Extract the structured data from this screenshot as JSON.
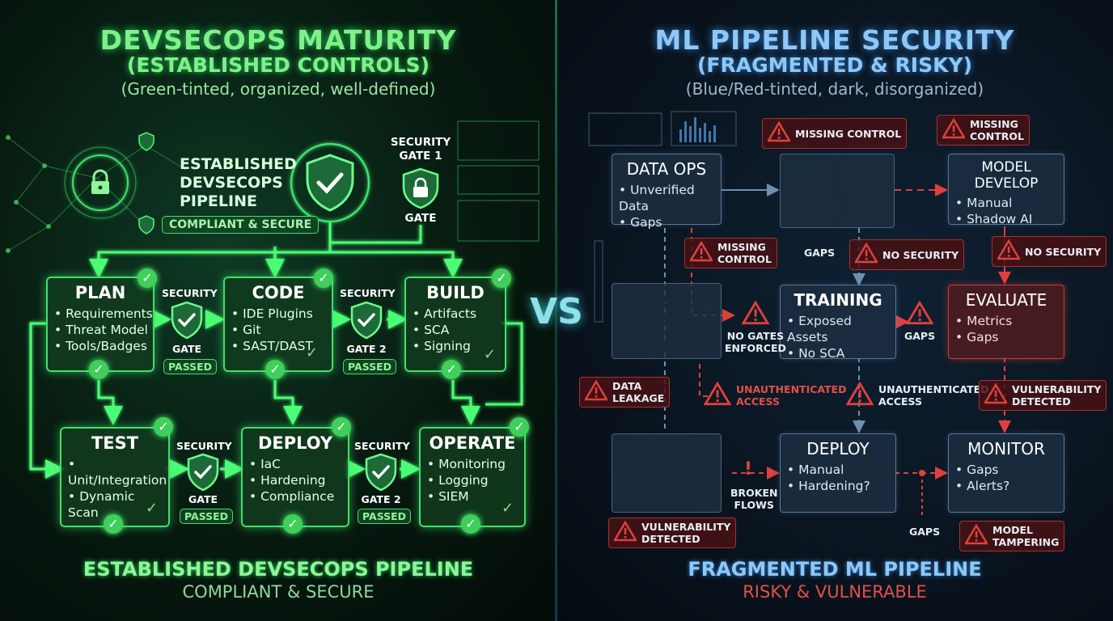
{
  "left": {
    "title": "DEVSECOPS MATURITY",
    "subtitle": "(ESTABLISHED CONTROLS)",
    "note": "(Green-tinted, organized, well-defined)",
    "hero_label": [
      "ESTABLISHED",
      "DEVSECOPS",
      "PIPELINE"
    ],
    "hero_badge": "COMPLIANT & SECURE",
    "gate1_label": [
      "SECURITY",
      "GATE 1"
    ],
    "gate1_bottom": "GATE",
    "stages": [
      {
        "name": "PLAN",
        "items": [
          "Requirements",
          "Threat Model",
          "Tools/Badges"
        ]
      },
      {
        "name": "CODE",
        "items": [
          "IDE Plugins",
          "Git",
          "SAST/DAST"
        ]
      },
      {
        "name": "BUILD",
        "items": [
          "Artifacts",
          "SCA",
          "Signing"
        ]
      },
      {
        "name": "TEST",
        "items": [
          "Unit/Integration",
          "Dynamic Scan"
        ]
      },
      {
        "name": "DEPLOY",
        "items": [
          "IaC",
          "Hardening",
          "Compliance"
        ]
      },
      {
        "name": "OPERATE",
        "items": [
          "Monitoring",
          "Logging",
          "SIEM"
        ]
      }
    ],
    "gates": [
      {
        "top": "SECURITY",
        "bottom": "GATE",
        "status": "PASSED"
      },
      {
        "top": "SECURITY",
        "bottom": "GATE 2",
        "status": "PASSED"
      },
      {
        "top": "SECURITY",
        "bottom": "GATE",
        "status": "PASSED"
      },
      {
        "top": "SECURITY",
        "bottom": "GATE 2",
        "status": "PASSED"
      }
    ],
    "footer_title": "ESTABLISHED DEVSECOPS PIPELINE",
    "footer_sub": "COMPLIANT & SECURE"
  },
  "vs": "VS",
  "right": {
    "title": "ML PIPELINE SECURITY",
    "subtitle": "(FRAGMENTED & RISKY)",
    "note": "(Blue/Red-tinted, dark, disorganized)",
    "stages": [
      {
        "name": "DATA OPS",
        "items": [
          "Unverified Data",
          "Gaps"
        ]
      },
      {
        "name": "MODEL DEVELOP",
        "items": [
          "Manual",
          "Shadow AI"
        ]
      },
      {
        "name": "TRAINING",
        "items": [
          "Exposed Assets",
          "No SCA"
        ]
      },
      {
        "name": "EVALUATE",
        "items": [
          "Metrics",
          "Gaps"
        ]
      },
      {
        "name": "DEPLOY",
        "items": [
          "Manual",
          "Hardening?"
        ]
      },
      {
        "name": "MONITOR",
        "items": [
          "Gaps",
          "Alerts?"
        ]
      }
    ],
    "warnings": {
      "missing_control_1": "MISSING CONTROL",
      "missing_control_2": [
        "MISSING",
        "CONTROL"
      ],
      "missing_control_3": [
        "MISSING",
        "CONTROL"
      ],
      "no_security_1": "NO SECURITY",
      "no_security_2": "NO SECURITY",
      "no_gates": [
        "NO GATES",
        "ENFORCED"
      ],
      "gaps_train": "GAPS",
      "data_leakage": [
        "DATA",
        "LEAKAGE"
      ],
      "unauth_1": [
        "UNAUTHENTICATED",
        "ACCESS"
      ],
      "unauth_2": [
        "UNAUTHENTICATED",
        "ACCESS"
      ],
      "vuln_1": [
        "VULNERABILITY",
        "DETECTED"
      ],
      "vuln_2": [
        "VULNERABILITY",
        "DETECTED"
      ],
      "model_tampering": [
        "MODEL",
        "TAMPERING"
      ]
    },
    "labels": {
      "gaps_top": "GAPS",
      "broken_flows": [
        "BROKEN",
        "FLOWS"
      ],
      "gaps_bottom": "GAPS"
    },
    "footer_title": "FRAGMENTED ML PIPELINE",
    "footer_sub": "RISKY & VULNERABLE"
  }
}
